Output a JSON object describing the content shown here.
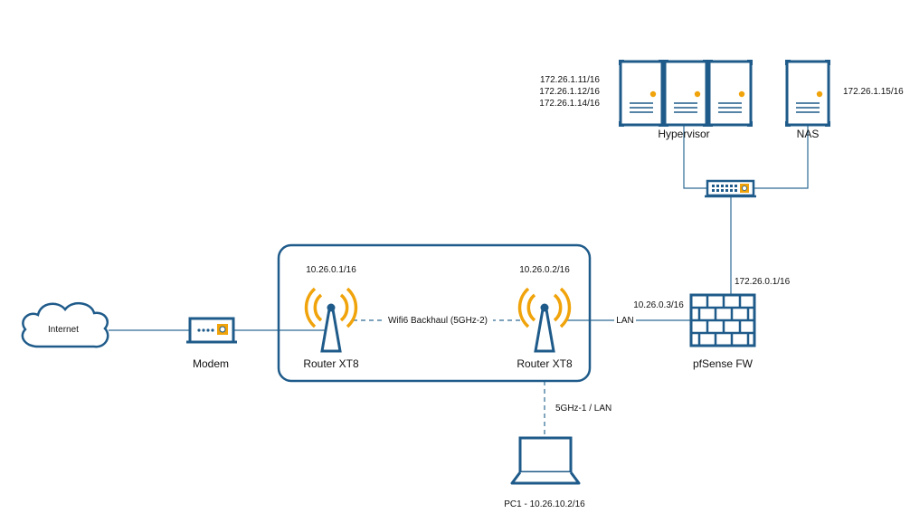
{
  "nodes": {
    "internet": {
      "label": "Internet",
      "icon": "cloud-icon"
    },
    "modem": {
      "label": "Modem",
      "icon": "modem-icon"
    },
    "router1": {
      "label": "Router XT8",
      "ip": "10.26.0.1/16",
      "icon": "wireless-router-icon"
    },
    "router2": {
      "label": "Router XT8",
      "ip": "10.26.0.2/16",
      "icon": "wireless-router-icon"
    },
    "firewall": {
      "label": "pfSense FW",
      "ip_lan": "10.26.0.3/16",
      "ip_wan": "172.26.0.1/16",
      "icon": "firewall-icon"
    },
    "switch": {
      "icon": "switch-icon"
    },
    "hypervisor": {
      "label": "Hypervisor",
      "ips": [
        "172.26.1.11/16",
        "172.26.1.12/16",
        "172.26.1.14/16"
      ],
      "icon": "server-icon"
    },
    "nas": {
      "label": "NAS",
      "ip": "172.26.1.15/16",
      "icon": "server-icon"
    },
    "pc1": {
      "label": "PC1 - 10.26.10.2/16",
      "icon": "laptop-icon"
    }
  },
  "links": {
    "backhaul": "Wifi6 Backhaul (5GHz-2)",
    "lan": "LAN",
    "pc_link": "5GHz-1 / LAN"
  },
  "colors": {
    "blue": "#1f5b8a",
    "orange": "#f0a30a",
    "line": "#2d6a94"
  }
}
